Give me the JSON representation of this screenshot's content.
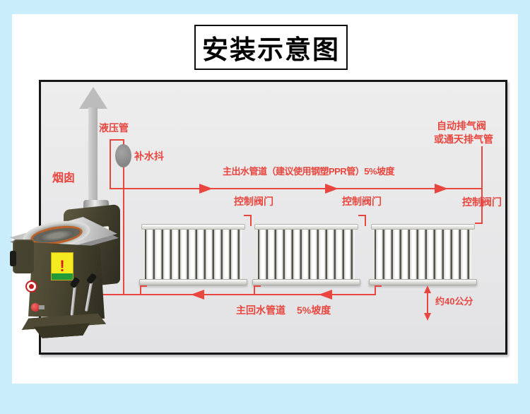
{
  "title": {
    "text": "安装示意图"
  },
  "diagram": {
    "chimney_label": "烟囱",
    "hydraulic_pipe_label": "液压管",
    "water_refill_label": "补水抖",
    "supply_line_label": "主出水管道（建议使用钢塑PPR管）5%坡度",
    "valve_labels": [
      "控制阀门",
      "控制阀门",
      "控制阀门"
    ],
    "air_valve_label_line1": "自动排气阀",
    "air_valve_label_line2": "或通天排气管",
    "return_line_label": "主回水管道",
    "return_slope_label": "5%坡度",
    "height_label": "约40公分",
    "colors": {
      "pipe_red": "#e8463e",
      "frame_blue": "#c9edfa",
      "panel_gray": "#e9e9e9",
      "stove_olive": "#46432f",
      "chimney_gray": "#bcbcbc"
    }
  }
}
